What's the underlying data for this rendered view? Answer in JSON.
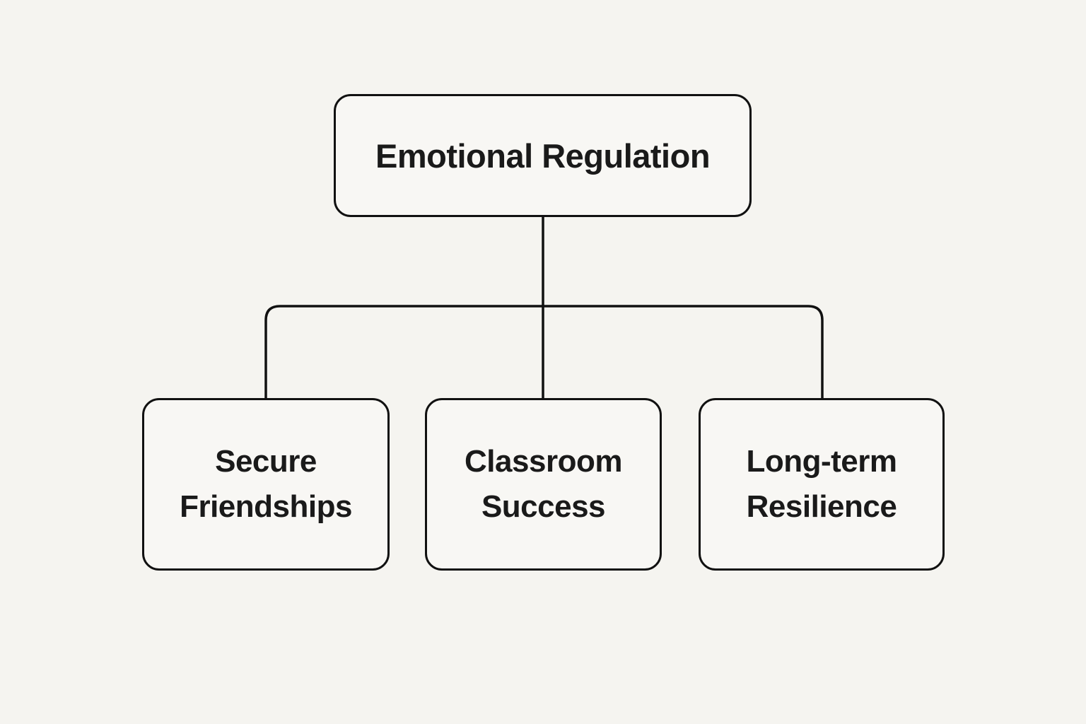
{
  "diagram": {
    "type": "hierarchy-flowchart",
    "root": {
      "label": "Emotional Regulation"
    },
    "children": [
      {
        "label": "Secure Friendships"
      },
      {
        "label": "Classroom Success"
      },
      {
        "label": "Long-term Resilience"
      }
    ],
    "colors": {
      "background": "#f5f4f0",
      "box_fill": "#f8f7f4",
      "line": "#111111",
      "text": "#1a1a1a"
    }
  }
}
